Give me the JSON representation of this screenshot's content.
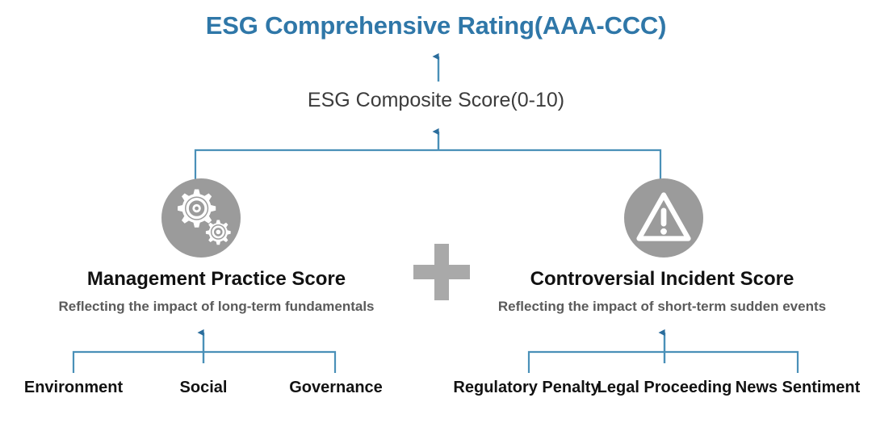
{
  "diagram": {
    "title": "ESG Comprehensive Rating(AAA-CCC)",
    "composite_score": "ESG Composite Score(0-10)",
    "operator": "plus-sign",
    "colors": {
      "title_blue": "#2f77a8",
      "connector_blue": "#4a90b8",
      "arrow_blue": "#2b6d9c",
      "icon_gray": "#9b9b9b",
      "plus_gray": "#a8a8a8",
      "heading_black": "#111111",
      "subtitle_gray": "#5b5b5b",
      "composite_gray": "#3c3c3c"
    },
    "branches": [
      {
        "id": "management-practice",
        "icon": "gears-icon",
        "title": "Management Practice Score",
        "subtitle": "Reflecting the impact of long-term fundamentals",
        "leaves": [
          "Environment",
          "Social",
          "Governance"
        ]
      },
      {
        "id": "controversial-incident",
        "icon": "warning-triangle-icon",
        "title": "Controversial Incident Score",
        "subtitle": "Reflecting the impact of short-term sudden events",
        "leaves": [
          "Regulatory Penalty",
          "Legal Proceeding",
          "News Sentiment"
        ]
      }
    ]
  }
}
